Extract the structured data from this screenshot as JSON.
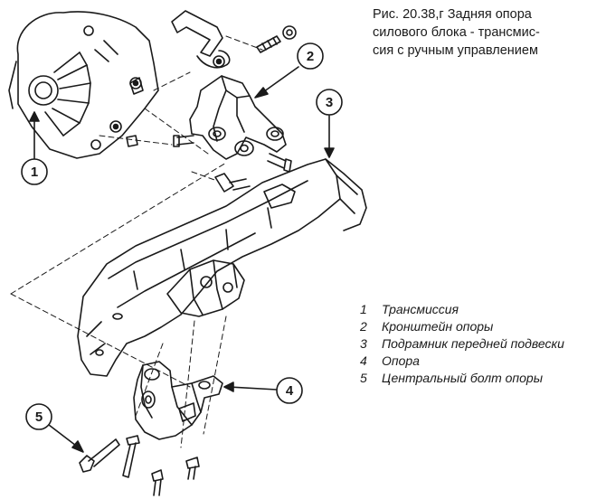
{
  "caption": {
    "lines": [
      "Рис. 20.38,г Задняя опора",
      "силового блока - трансмис-",
      "сия с ручным управлением"
    ]
  },
  "callouts": [
    "1",
    "2",
    "3",
    "4",
    "5"
  ],
  "legend": [
    {
      "num": "1",
      "text": "Трансмиссия"
    },
    {
      "num": "2",
      "text": "Кронштейн опоры"
    },
    {
      "num": "3",
      "text": "Подрамник передней подвески"
    },
    {
      "num": "4",
      "text": "Опора"
    },
    {
      "num": "5",
      "text": "Центральный болт опоры"
    }
  ],
  "colors": {
    "ink": "#1a1a1a",
    "background": "#ffffff"
  }
}
